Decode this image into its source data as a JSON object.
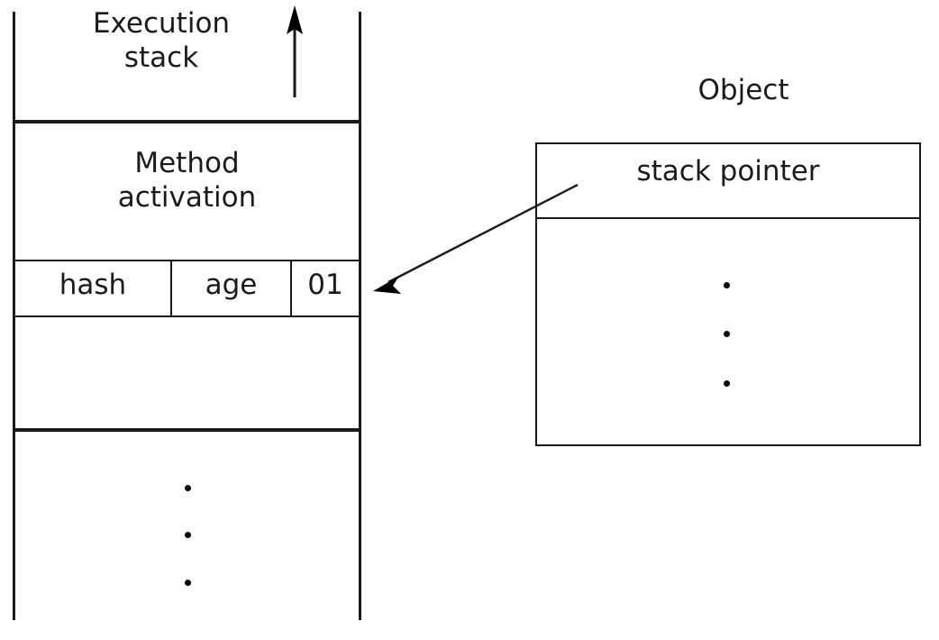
{
  "diagram": {
    "title": "Execution stack and Object stack pointer",
    "background_color": "#ffffff",
    "line_color": "#1a1a1a",
    "text_color": "#1b1b1b"
  },
  "stack": {
    "header_label": "Execution\nstack",
    "growth_arrow_icon": "arrow-up-icon",
    "frame_label": "Method\nactivation",
    "slots": [
      {
        "label": "hash"
      },
      {
        "label": "age"
      },
      {
        "label": "01"
      }
    ],
    "ellipsis_dots": 3
  },
  "object": {
    "title": "Object",
    "pointer_field_label": "stack pointer",
    "ellipsis_dots": 3
  },
  "connector": {
    "name": "stack-pointer-arrow",
    "from": "object.stack pointer",
    "to": "stack.01 slot",
    "arrowhead": "filled-triangle"
  }
}
